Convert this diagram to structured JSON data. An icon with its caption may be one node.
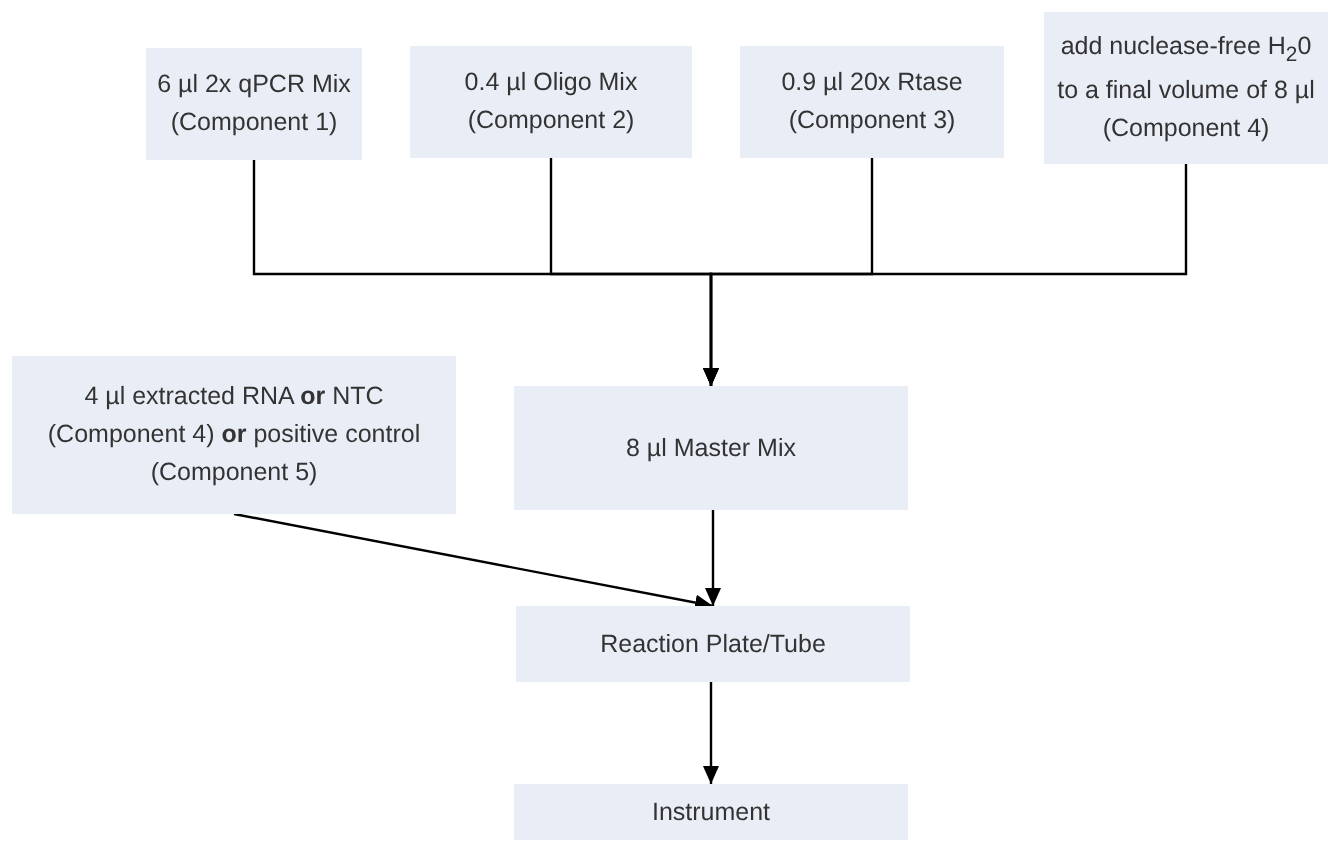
{
  "diagram": {
    "nodes": [
      {
        "text": [
          "6 µl 2x qPCR Mix (Component 1)"
        ]
      },
      {
        "text": [
          "0.4 µl Oligo Mix (Component 2)"
        ]
      },
      {
        "text": [
          "0.9 µl 20x Rtase (Component 3)"
        ]
      },
      {
        "text": [
          "add nuclease-free H$_{2}$0 to a final volume of 8 µl (Component 4)"
        ]
      },
      {
        "text": [
          "4 µl extracted RNA **or** NTC (Component 4) **or** positive control (Component 5)"
        ]
      },
      {
        "text": [
          "8 µl Master Mix"
        ]
      },
      {
        "text": [
          "Reaction Plate/Tube"
        ]
      },
      {
        "text": [
          "Instrument"
        ]
      }
    ],
    "edges": [
      {
        "from": 0,
        "to": 5,
        "arrow": "to"
      },
      {
        "from": 1,
        "to": 5,
        "arrow": "to"
      },
      {
        "from": 2,
        "to": 5,
        "arrow": "to"
      },
      {
        "from": 3,
        "to": 5,
        "arrow": "to"
      },
      {
        "from": 4,
        "to": 6,
        "arrow": "to"
      },
      {
        "from": 5,
        "to": 6,
        "arrow": "to"
      },
      {
        "from": 6,
        "to": 7,
        "arrow": "to"
      }
    ]
  }
}
